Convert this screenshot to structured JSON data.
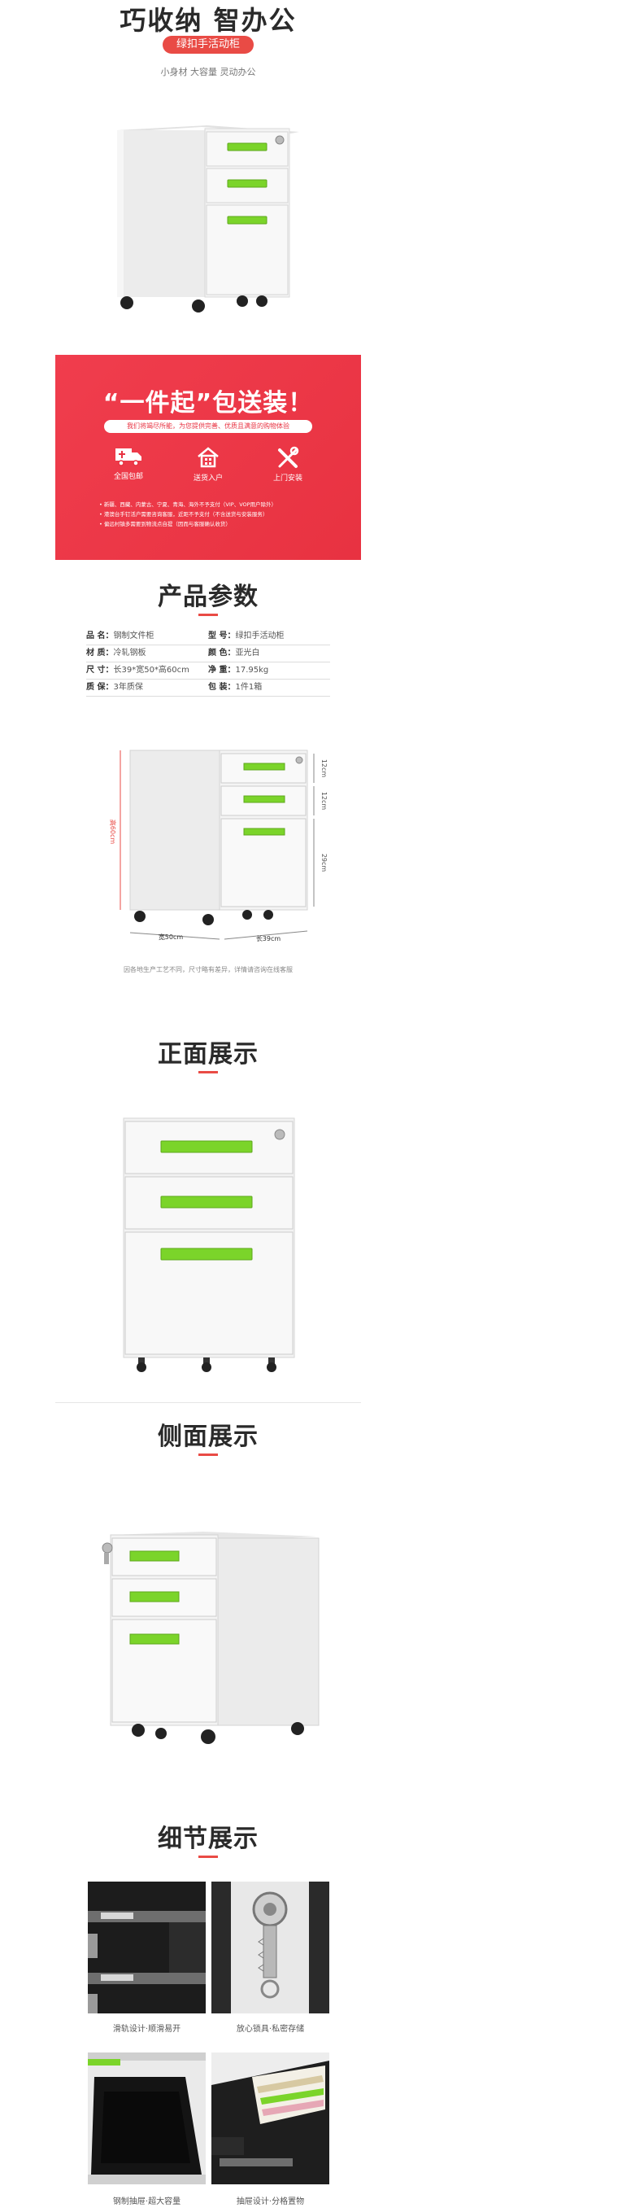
{
  "hero": {
    "title": "巧收纳 智办公",
    "tag": "绿扣手活动柜",
    "subtitle": "小身材 大容量 灵动办公"
  },
  "banner": {
    "title": "“一件起”包送装！",
    "subtitle": "我们将竭尽所能，为您提供完善、优质且满意的购物体验",
    "features": [
      {
        "label": "全国包邮",
        "icon": "delivery-truck-icon"
      },
      {
        "label": "送货入户",
        "icon": "house-icon"
      },
      {
        "label": "上门安装",
        "icon": "tools-icon"
      }
    ],
    "notes": [
      "新疆、西藏、内蒙古、宁夏、青海、海外不予支付（VIP、VOP用户除外）",
      "港澳台手钉活户需要咨询客服，近距不予支付（不含送货与安装服务）",
      "偏远村镇多需要到物流点自提（因而与客服确认收货）"
    ],
    "colors": {
      "bg": "#e83241",
      "text": "#ffffff"
    }
  },
  "params": {
    "title": "产品参数",
    "rows": [
      [
        {
          "label": "品 名：",
          "value": "钢制文件柜"
        },
        {
          "label": "型 号：",
          "value": "绿扣手活动柜"
        }
      ],
      [
        {
          "label": "材 质：",
          "value": "冷轧钢板"
        },
        {
          "label": "颜 色：",
          "value": "亚光白"
        }
      ],
      [
        {
          "label": "尺 寸：",
          "value": "长39*宽50*高60cm"
        },
        {
          "label": "净 重：",
          "value": "17.95kg"
        }
      ],
      [
        {
          "label": "质 保：",
          "value": "3年质保"
        },
        {
          "label": "包 装：",
          "value": "1件1箱"
        }
      ]
    ],
    "dims": {
      "height": "高60cm",
      "width": "宽50cm",
      "depth": "长39cm",
      "drawer1": "12cm",
      "drawer2": "12cm",
      "drawer3": "29cm"
    },
    "note": "因各地生产工艺不同，尺寸略有差异，详情请咨询在线客服"
  },
  "front": {
    "title": "正面展示"
  },
  "side": {
    "title": "侧面展示"
  },
  "details": {
    "title": "细节展示",
    "items": [
      {
        "caption": "滑轨设计·顺滑易开"
      },
      {
        "caption": "放心锁具·私密存储"
      },
      {
        "caption": "钢制抽屉·超大容量"
      },
      {
        "caption": "抽屉设计·分格置物"
      }
    ]
  },
  "colors": {
    "accent": "#e94b45",
    "handle": "#7bd42a",
    "cabinet": "#f1f1f1"
  }
}
